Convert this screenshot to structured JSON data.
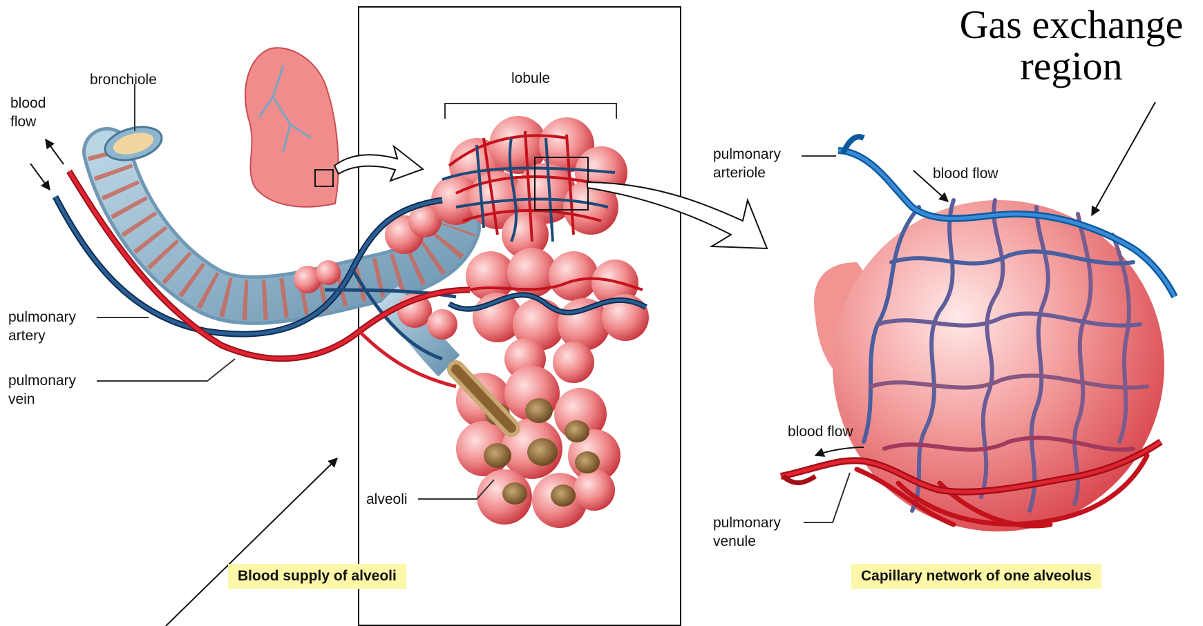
{
  "title": "Gas exchange region",
  "labels": {
    "blood_flow_left": "blood\nflow",
    "bronchiole": "bronchiole",
    "lobule": "lobule",
    "pulmonary_artery": "pulmonary\nartery",
    "pulmonary_vein": "pulmonary\nvein",
    "alveoli": "alveoli",
    "pulmonary_arteriole": "pulmonary\narteriole",
    "blood_flow_top": "blood flow",
    "blood_flow_bottom": "blood flow",
    "pulmonary_venule": "pulmonary\nvenule"
  },
  "captions": {
    "left": "Blood supply of alveoli",
    "right": "Capillary network of one alveolus"
  },
  "colors": {
    "artery_blue": "#1d4a7a",
    "vein_red": "#d41f2c",
    "alveolus_pink": "#f2a2a0",
    "bronchiole_blue": "#8fb6cf",
    "caption_bg": "#fdf7a8"
  }
}
